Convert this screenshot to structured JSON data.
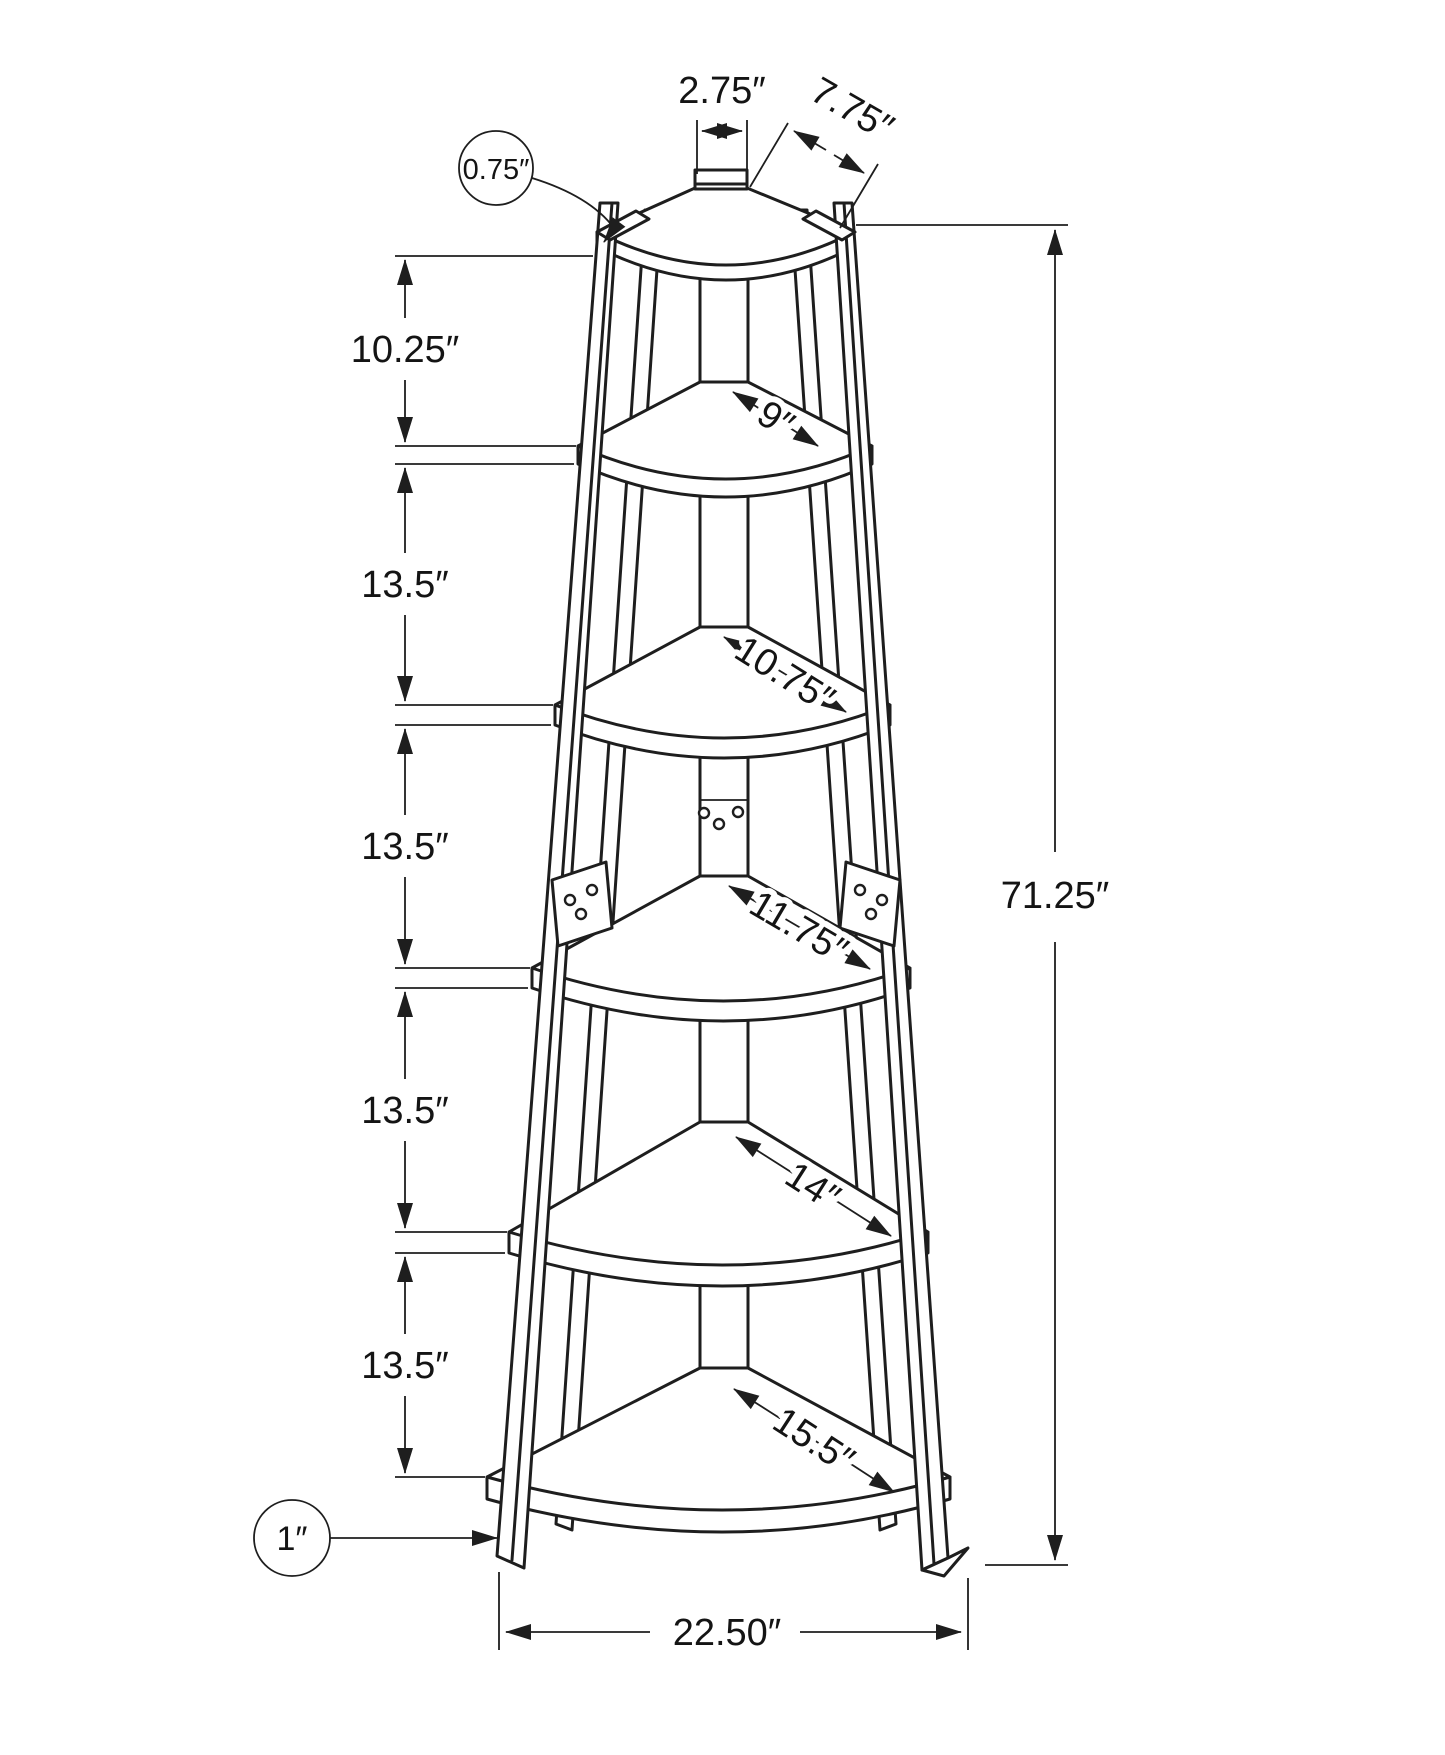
{
  "page": {
    "background": "#ffffff",
    "line_color": "#1e1e1e"
  },
  "dims": {
    "top_post_width": "2.75″",
    "top_shelf_depth": "7.75″",
    "shelf_thickness": "0.75″",
    "leg_thickness": "1″",
    "overall_height": "71.25″",
    "overall_width": "22.50″",
    "vertical_spacings": [
      "10.25″",
      "13.5″",
      "13.5″",
      "13.5″",
      "13.5″"
    ],
    "shelf_depths": [
      "9″",
      "10.75″",
      "11.75″",
      "14″",
      "15.5″"
    ]
  }
}
